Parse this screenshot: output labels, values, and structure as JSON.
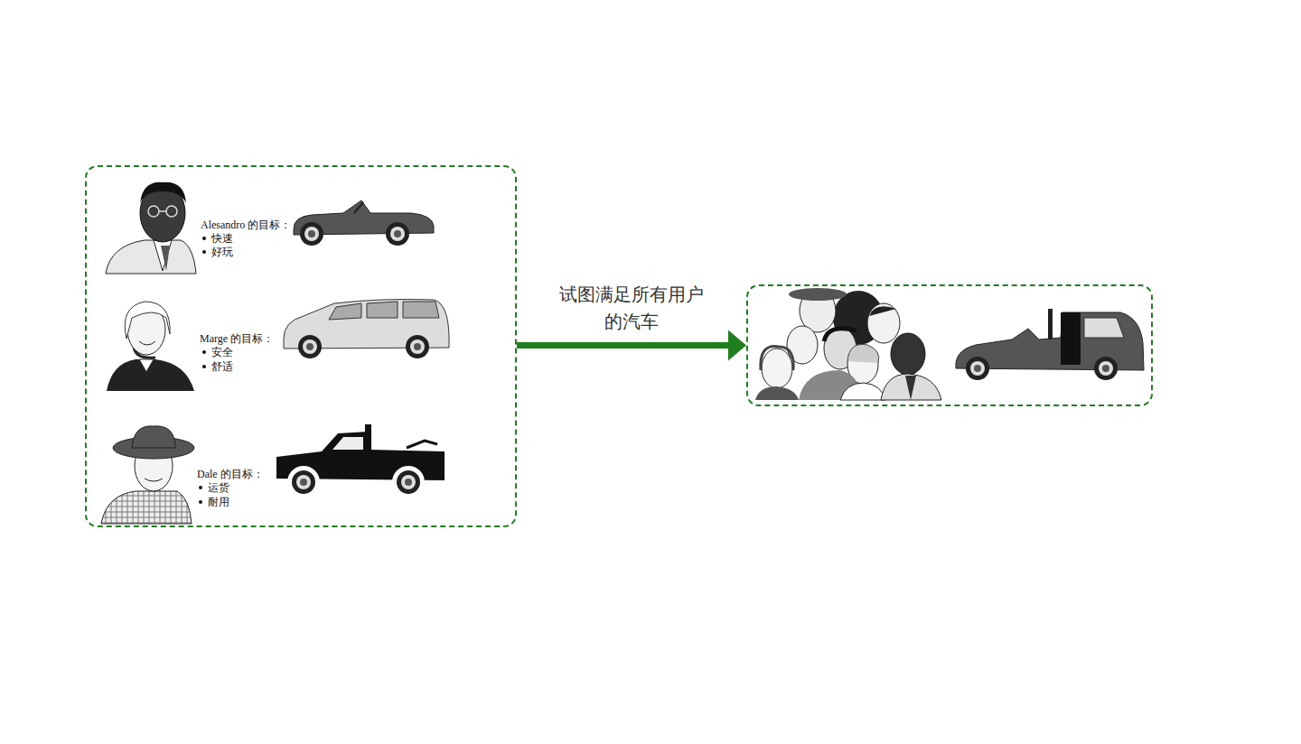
{
  "diagram": {
    "nodes": [
      {
        "text": [
          "Alesandro 的目标：",
          "快速",
          "好玩",
          "Marge 的目标：",
          "安全",
          "舒适",
          "Dale 的目标：",
          "运货",
          "耐用"
        ]
      },
      {
        "text": []
      }
    ],
    "edges": [
      {
        "from": 0,
        "to": 1,
        "label": "试图满足所有用户的汽车",
        "arrow": "to"
      }
    ]
  }
}
